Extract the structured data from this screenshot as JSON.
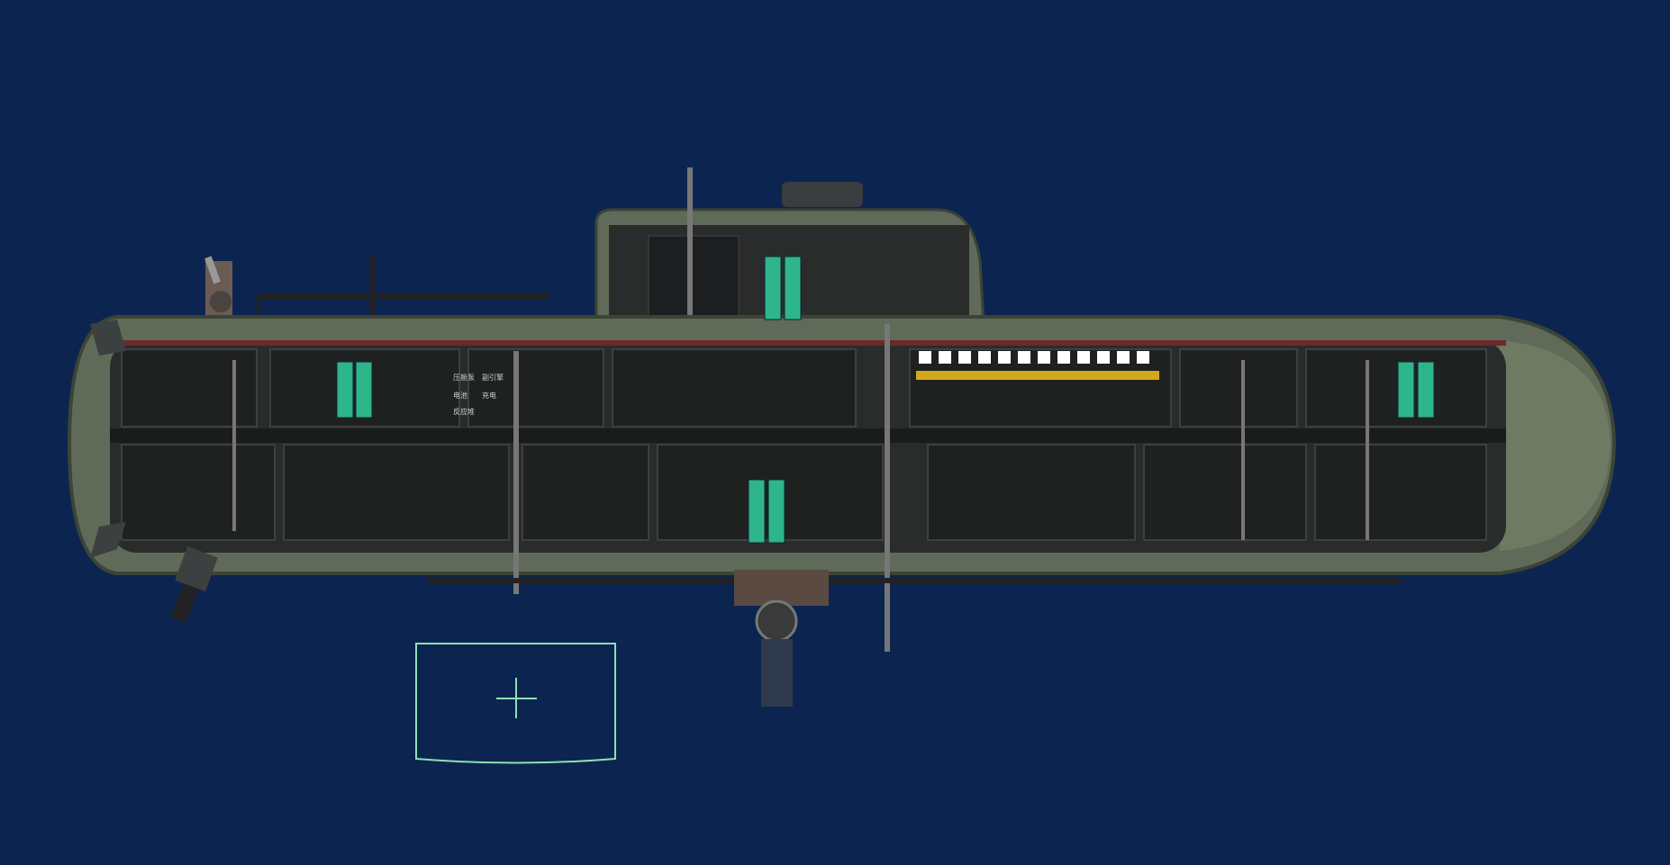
{
  "editor": {
    "background_color": "#0c2550",
    "selection_color": "#8fe0b4"
  },
  "submarine": {
    "hull_color": "#5f6b58",
    "interior_color": "#2a2c2c",
    "panel_color": "#2fb58a",
    "labels": [
      "压舱泵",
      "副引擎",
      "电池",
      "充电",
      "反应堆"
    ]
  },
  "spawn_marker": {
    "icon": "crosshair-icon"
  }
}
